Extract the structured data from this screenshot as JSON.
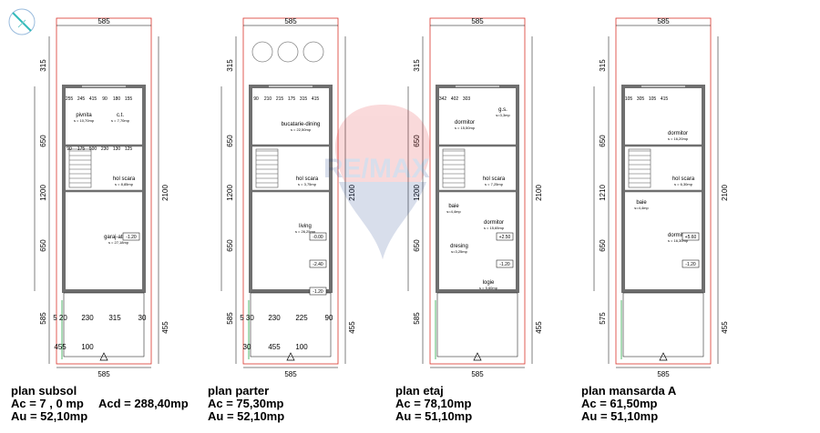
{
  "plans": [
    {
      "title": "plan subsol",
      "lines": [
        "Ac = 7 , 0 mp",
        "Au = 52,10mp"
      ],
      "extra": "Acd = 288,40mp",
      "top_dim": "585",
      "bottom_dim": "585",
      "left_dims": [
        "315",
        "650",
        "1200",
        "650",
        "585"
      ],
      "right_dims": [
        "2100",
        "455"
      ],
      "rooms": [
        {
          "name": "pivnita",
          "area": "s = 10,70mp"
        },
        {
          "name": "c.t.",
          "area": "s = 7,70mp"
        },
        {
          "name": "hol scara",
          "area": "s = 8,85mp"
        },
        {
          "name": "garaj-atelier",
          "area": "s = 27,18mp"
        }
      ],
      "inner_dims": [
        "255",
        "245",
        "415",
        "90",
        "180",
        "155",
        "90",
        "175",
        "500",
        "230",
        "130",
        "125"
      ],
      "low_dims": [
        "5 20",
        "230",
        "315",
        "30",
        "455",
        "100"
      ],
      "level": "-1.20"
    },
    {
      "title": "plan parter",
      "lines": [
        "Ac = 75,30mp",
        "Au = 52,10mp"
      ],
      "top_dim": "585",
      "bottom_dim": "585",
      "left_dims": [
        "315",
        "650",
        "1200",
        "650",
        "585"
      ],
      "right_dims": [
        "2100",
        "455"
      ],
      "rooms": [
        {
          "name": "bucatarie-dining",
          "area": "s = 22,50mp"
        },
        {
          "name": "hol scara",
          "area": "s = 3,75mp"
        },
        {
          "name": "living",
          "area": "s = 26,25mp"
        }
      ],
      "inner_dims": [
        "90",
        "210",
        "215",
        "175",
        "315",
        "415"
      ],
      "low_dims": [
        "5 30",
        "230",
        "225",
        "90",
        "30",
        "455",
        "100"
      ],
      "levels": [
        "-0.00",
        "-2.40",
        "-1.20"
      ]
    },
    {
      "title": "plan etaj",
      "lines": [
        "Ac = 78,10mp",
        "Au = 51,10mp"
      ],
      "top_dim": "585",
      "bottom_dim": "585",
      "left_dims": [
        "315",
        "650",
        "1200",
        "650",
        "585"
      ],
      "right_dims": [
        "2100",
        "455"
      ],
      "rooms": [
        {
          "name": "dormitor",
          "area": "s = 15,50mp"
        },
        {
          "name": "g.s.",
          "area": "s=3,3mp"
        },
        {
          "name": "hol scara",
          "area": "s = 7,25mp"
        },
        {
          "name": "baie",
          "area": "s=4,4mp"
        },
        {
          "name": "dormitor",
          "area": "s = 15,65mp"
        },
        {
          "name": "dresing",
          "area": "s=3,25mp"
        },
        {
          "name": "logie",
          "area": "s = 5,60mp"
        }
      ],
      "inner_dims": [
        "342",
        "402",
        "303"
      ],
      "levels": [
        "+2.50",
        "-1.20"
      ]
    },
    {
      "title": "plan mansarda A",
      "lines": [
        "Ac = 61,50mp",
        "Au = 51,10mp"
      ],
      "top_dim": "585",
      "bottom_dim": "585",
      "left_dims": [
        "315",
        "650",
        "1210",
        "650",
        "575"
      ],
      "right_dims": [
        "2100",
        "455"
      ],
      "rooms": [
        {
          "name": "dormitor",
          "area": "s = 16,20mp"
        },
        {
          "name": "hol scara",
          "area": "s = 6,30mp"
        },
        {
          "name": "baie",
          "area": "s=4,4mp"
        },
        {
          "name": "dormitor",
          "area": "s = 16,30mp"
        }
      ],
      "inner_dims": [
        "105",
        "305",
        "105",
        "415"
      ],
      "levels": [
        "+5.60",
        "-1.20"
      ]
    }
  ],
  "watermark": "RE/MAX",
  "colors": {
    "wall": "#6f6f6f",
    "line": "#000000",
    "red": "#d9342b",
    "green": "#2aa84a",
    "watermark_red": "#e0242b",
    "watermark_blue": "#1d3f8f"
  }
}
